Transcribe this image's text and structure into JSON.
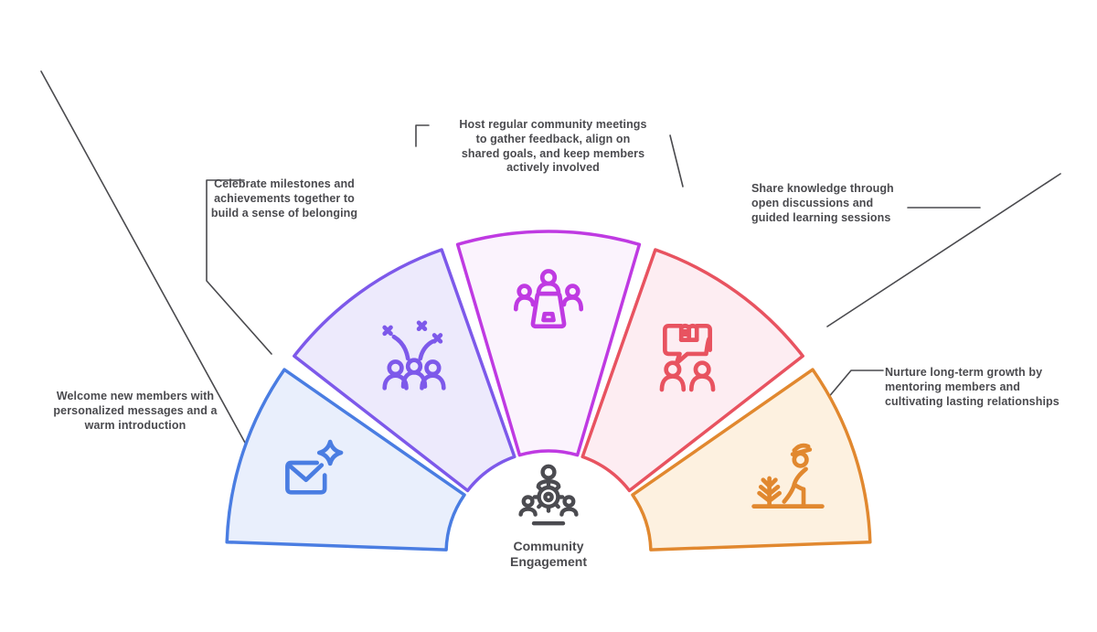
{
  "colors": {
    "background": "#ffffff",
    "text": "#4a4a4e",
    "connector": "#4a4a4e"
  },
  "center": {
    "label": "Community Engagement",
    "icon": "team-gear-icon",
    "color": "#4b4b50"
  },
  "segments": [
    {
      "name": "welcome-outreach",
      "icon": "envelope-sparkle-icon",
      "stroke": "#4a7de2",
      "fill": "#e9effc",
      "label": "Welcome new members with personalized messages and a warm introduction"
    },
    {
      "name": "celebrations",
      "icon": "group-celebration-icon",
      "stroke": "#7d59ea",
      "fill": "#edeafc",
      "label": "Celebrate milestones and achievements together to build a sense of belonging"
    },
    {
      "name": "community-meetings",
      "icon": "meeting-table-icon",
      "stroke": "#bf3ae2",
      "fill": "#fbf3fd",
      "label": "Host regular community meetings to gather feedback, align on shared goals, and keep members actively involved"
    },
    {
      "name": "knowledge-sharing",
      "icon": "book-discussion-icon",
      "stroke": "#e85360",
      "fill": "#fdedf2",
      "label": "Share knowledge through open discussions and guided learning sessions"
    },
    {
      "name": "long-term-growth",
      "icon": "farmer-plant-icon",
      "stroke": "#e1882f",
      "fill": "#fdf1e0",
      "label": "Nurture long-term growth by mentoring members and cultivating lasting relationships"
    }
  ]
}
